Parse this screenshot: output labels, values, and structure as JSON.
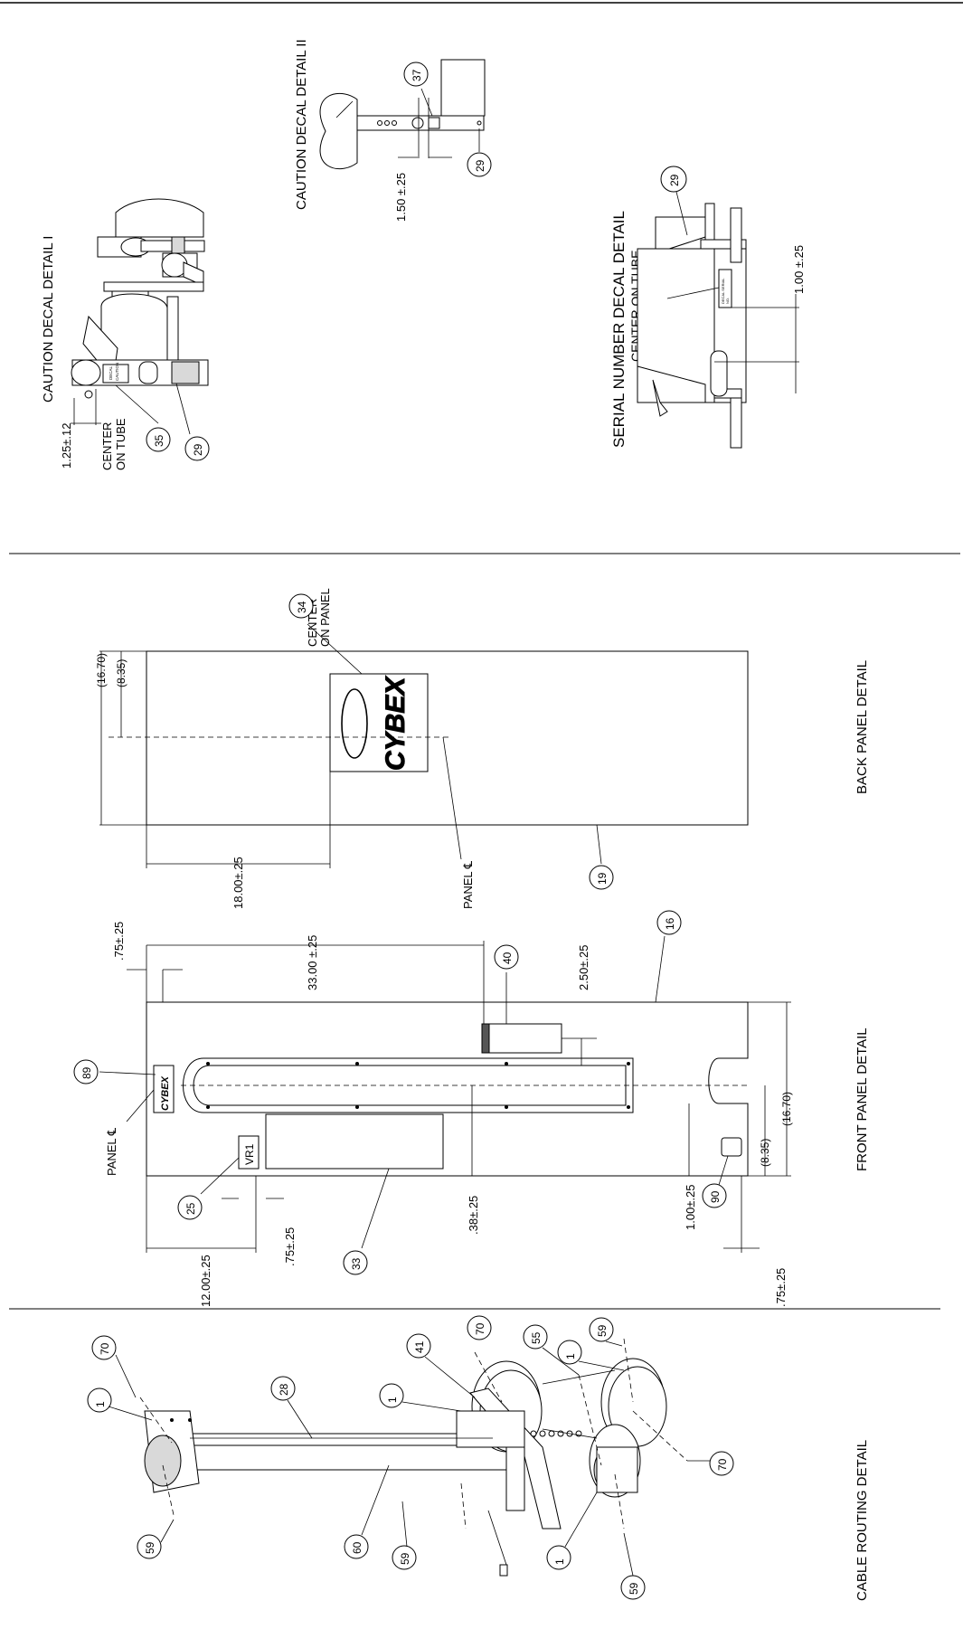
{
  "title_sections": {
    "caution_decal_detail_1": "CAUTION DECAL DETAIL I",
    "caution_decal_detail_2": "CAUTION DECAL DETAIL II",
    "serial_number_decal_detail": "SERIAL NUMBER DECAL DETAIL",
    "serial_center_on_tube": "CENTER ON TUBE",
    "back_panel_detail": "BACK PANEL DETAIL",
    "front_panel_detail": "FRONT PANEL DETAIL",
    "cable_routing_detail": "CABLE ROUTING DETAIL"
  },
  "caution_detail_1": {
    "dim": "1.25±.12",
    "note_line1": "CENTER",
    "note_line2": "ON TUBE",
    "decal_text1": "DECAL",
    "decal_text2": "CAUTION",
    "callouts": [
      "35",
      "29"
    ]
  },
  "caution_detail_2": {
    "dim": "1.50 ±.25",
    "callouts": [
      "37",
      "29"
    ]
  },
  "serial_detail": {
    "dim": "1.00 ±.25",
    "decal_text1": "DECAL SERIAL",
    "decal_text2": "NO.",
    "callouts": [
      "29"
    ]
  },
  "back_panel": {
    "dim_overall": "(16.70)",
    "dim_half": "(8.35)",
    "dim_offset": "18.00±.25",
    "note_line1": "CENTER",
    "note_line2": "ON PANEL",
    "panel_cl": "PANEL ℄",
    "logo": "CYBEX",
    "callouts": [
      "34",
      "19"
    ]
  },
  "front_panel": {
    "dim_top_offset": ".75±.25",
    "dim_33": "33.00 ±.25",
    "dim_250": "2.50±.25",
    "dim_overall": "(16.70)",
    "dim_half": "(8.35)",
    "dim_12": "12.00±.25",
    "dim_075b": ".75±.25",
    "dim_038": ".38±.25",
    "dim_100": "1.00±.25",
    "dim_075c": ".75±.25",
    "panel_cl": "PANEL ℄",
    "logo": "CYBEX",
    "vr1": "VR1",
    "callouts": [
      "89",
      "25",
      "33",
      "40",
      "16",
      "90"
    ]
  },
  "cable_routing": {
    "callouts": [
      "70",
      "1",
      "28",
      "59",
      "60",
      "59",
      "1",
      "41",
      "70",
      "55",
      "1",
      "59",
      "70",
      "1",
      "59"
    ]
  }
}
